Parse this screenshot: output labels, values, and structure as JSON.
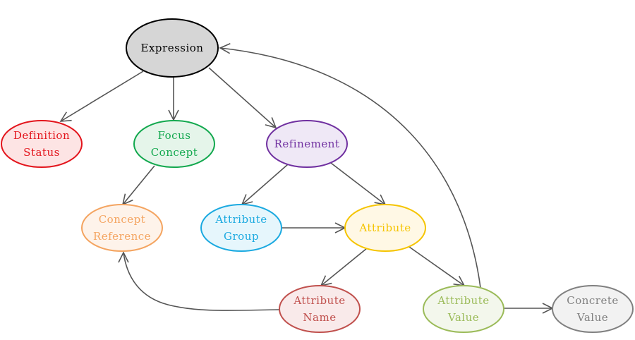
{
  "diagram": {
    "nodes": [
      {
        "id": "expression",
        "lines": [
          "Expression"
        ],
        "stroke": "#000000",
        "fill": "#d6d6d6",
        "text": "#000000"
      },
      {
        "id": "definition-status",
        "lines": [
          "Definition",
          "Status"
        ],
        "stroke": "#e3141c",
        "fill": "#fde4e4",
        "text": "#e3141c"
      },
      {
        "id": "focus-concept",
        "lines": [
          "Focus",
          "Concept"
        ],
        "stroke": "#12a84e",
        "fill": "#e5f5ea",
        "text": "#12a84e"
      },
      {
        "id": "refinement",
        "lines": [
          "Refinement"
        ],
        "stroke": "#7030a0",
        "fill": "#efe8f6",
        "text": "#7030a0"
      },
      {
        "id": "concept-reference",
        "lines": [
          "Concept",
          "Reference"
        ],
        "stroke": "#f4a460",
        "fill": "#fef3ea",
        "text": "#f4a460"
      },
      {
        "id": "attribute-group",
        "lines": [
          "Attribute",
          "Group"
        ],
        "stroke": "#1aa9e0",
        "fill": "#e6f6fc",
        "text": "#1aa9e0"
      },
      {
        "id": "attribute",
        "lines": [
          "Attribute"
        ],
        "stroke": "#f5c400",
        "fill": "#fff8e5",
        "text": "#f5c400"
      },
      {
        "id": "attribute-name",
        "lines": [
          "Attribute",
          "Name"
        ],
        "stroke": "#c0504d",
        "fill": "#f9eaea",
        "text": "#c0504d"
      },
      {
        "id": "attribute-value",
        "lines": [
          "Attribute",
          "Value"
        ],
        "stroke": "#9bbb59",
        "fill": "#f3f7ec",
        "text": "#9bbb59"
      },
      {
        "id": "concrete-value",
        "lines": [
          "Concrete",
          "Value"
        ],
        "stroke": "#808080",
        "fill": "#f2f2f2",
        "text": "#808080"
      }
    ],
    "edges": [
      {
        "from": "expression",
        "to": "definition-status"
      },
      {
        "from": "expression",
        "to": "focus-concept"
      },
      {
        "from": "expression",
        "to": "refinement"
      },
      {
        "from": "focus-concept",
        "to": "concept-reference"
      },
      {
        "from": "refinement",
        "to": "attribute-group"
      },
      {
        "from": "refinement",
        "to": "attribute"
      },
      {
        "from": "attribute-group",
        "to": "attribute"
      },
      {
        "from": "attribute",
        "to": "attribute-name"
      },
      {
        "from": "attribute",
        "to": "attribute-value"
      },
      {
        "from": "attribute-value",
        "to": "concrete-value"
      },
      {
        "from": "attribute-name",
        "to": "concept-reference",
        "curved": true
      },
      {
        "from": "attribute-value",
        "to": "expression",
        "curved": true
      }
    ],
    "edge_color": "#555555"
  }
}
